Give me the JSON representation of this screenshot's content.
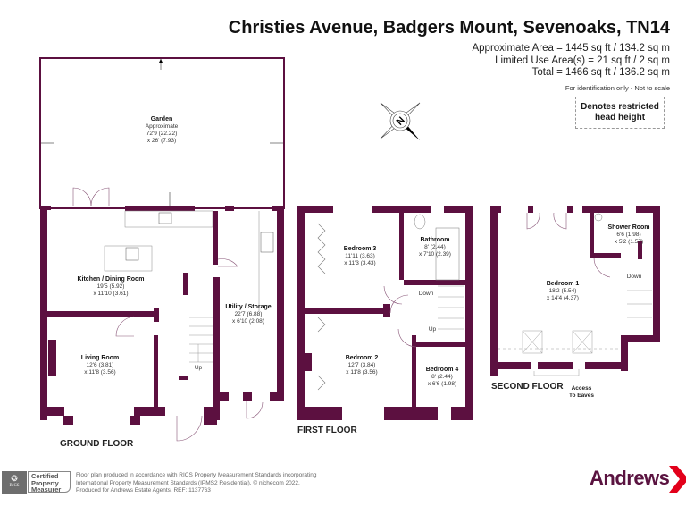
{
  "header": {
    "title": "Christies Avenue, Badgers Mount, Sevenoaks, TN14",
    "approx_area": "Approximate Area = 1445 sq ft / 134.2 sq m",
    "limited_use": "Limited Use Area(s) = 21 sq ft / 2 sq m",
    "total": "Total = 1466 sq ft / 136.2 sq m",
    "note": "For identification only - Not to scale"
  },
  "legend": {
    "line1": "Denotes restricted",
    "line2": "head height"
  },
  "compass": {
    "label": "N",
    "icon": "compass-rose-icon"
  },
  "colors": {
    "wall": "#5c1040",
    "brand": "#5a1340",
    "brand_accent": "#e2001a"
  },
  "ground_floor": {
    "label": "GROUND FLOOR",
    "rooms": [
      {
        "name": "Garden",
        "lines": [
          "Approximate",
          "72'9 (22.22)",
          "x 26' (7.93)"
        ]
      },
      {
        "name": "Kitchen / Dining Room",
        "lines": [
          "19'5 (5.92)",
          "x 11'10 (3.61)"
        ]
      },
      {
        "name": "Utility / Storage",
        "lines": [
          "22'7 (6.88)",
          "x 6'10 (2.08)"
        ]
      },
      {
        "name": "Living Room",
        "lines": [
          "12'6 (3.81)",
          "x 11'8 (3.56)"
        ]
      }
    ],
    "stairs": "Up"
  },
  "first_floor": {
    "label": "FIRST FLOOR",
    "rooms": [
      {
        "name": "Bedroom 3",
        "lines": [
          "11'11 (3.63)",
          "x 11'3 (3.43)"
        ]
      },
      {
        "name": "Bathroom",
        "lines": [
          "8' (2.44)",
          "x 7'10 (2.39)"
        ]
      },
      {
        "name": "Bedroom 2",
        "lines": [
          "12'7 (3.84)",
          "x 11'8 (3.56)"
        ]
      },
      {
        "name": "Bedroom 4",
        "lines": [
          "8' (2.44)",
          "x 6'6 (1.98)"
        ]
      }
    ],
    "stairs_down": "Down",
    "stairs_up": "Up"
  },
  "second_floor": {
    "label": "SECOND FLOOR",
    "rooms": [
      {
        "name": "Shower Room",
        "lines": [
          "6'6 (1.98)",
          "x 5'2 (1.57)"
        ]
      },
      {
        "name": "Bedroom 1",
        "lines": [
          "18'2 (5.54)",
          "x 14'4 (4.37)"
        ]
      }
    ],
    "stairs_down": "Down",
    "eaves": [
      "Access",
      "To Eaves"
    ]
  },
  "footer": {
    "rics": "RICS",
    "cert": [
      "Certified",
      "Property",
      "Measurer"
    ],
    "text": [
      "Floor plan produced in accordance with RICS Property Measurement Standards incorporating",
      "International Property Measurement Standards (IPMS2 Residential).   © nichecom 2022.",
      "Produced for Andrews Estate Agents.   REF:   1137763"
    ],
    "brand": "Andrews"
  }
}
